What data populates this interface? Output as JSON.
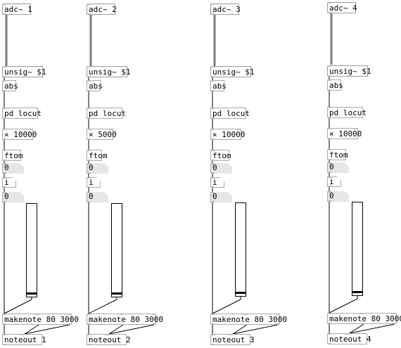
{
  "patch": {
    "columns": [
      {
        "adc": "adc~ 1",
        "unsig": "unsig~ $1",
        "abs": "abs",
        "locut": "pd locut",
        "mult": "× 10000",
        "ftom": "ftom",
        "num1": "0",
        "int": "i",
        "num2": "0",
        "slider_level": 0.02,
        "makenote": "makenote 80 3000",
        "noteout": "noteout 1"
      },
      {
        "adc": "adc~ 2",
        "unsig": "unsig~ $1",
        "abs": "abs",
        "locut": "pd locut",
        "mult": "× 5000",
        "ftom": "ftom",
        "num1": "0",
        "int": "i",
        "num2": "0",
        "slider_level": 0.02,
        "makenote": "makenote 80 3000",
        "noteout": "noteout 2"
      },
      {
        "adc": "adc~ 3",
        "unsig": "unsig~ $1",
        "abs": "abs",
        "locut": "pd locut",
        "mult": "× 10000",
        "ftom": "ftom",
        "num1": "0",
        "int": "i",
        "num2": "0",
        "slider_level": 0.02,
        "makenote": "makenote 80 3000",
        "noteout": "noteout 3"
      },
      {
        "adc": "adc~ 4",
        "unsig": "unsig~ $1",
        "abs": "abs",
        "locut": "pd locut",
        "mult": "× 10000",
        "ftom": "ftom",
        "num1": "0",
        "int": "i",
        "num2": "0",
        "slider_level": 0.02,
        "makenote": "makenote 80 3000",
        "noteout": "noteout 4"
      }
    ]
  }
}
